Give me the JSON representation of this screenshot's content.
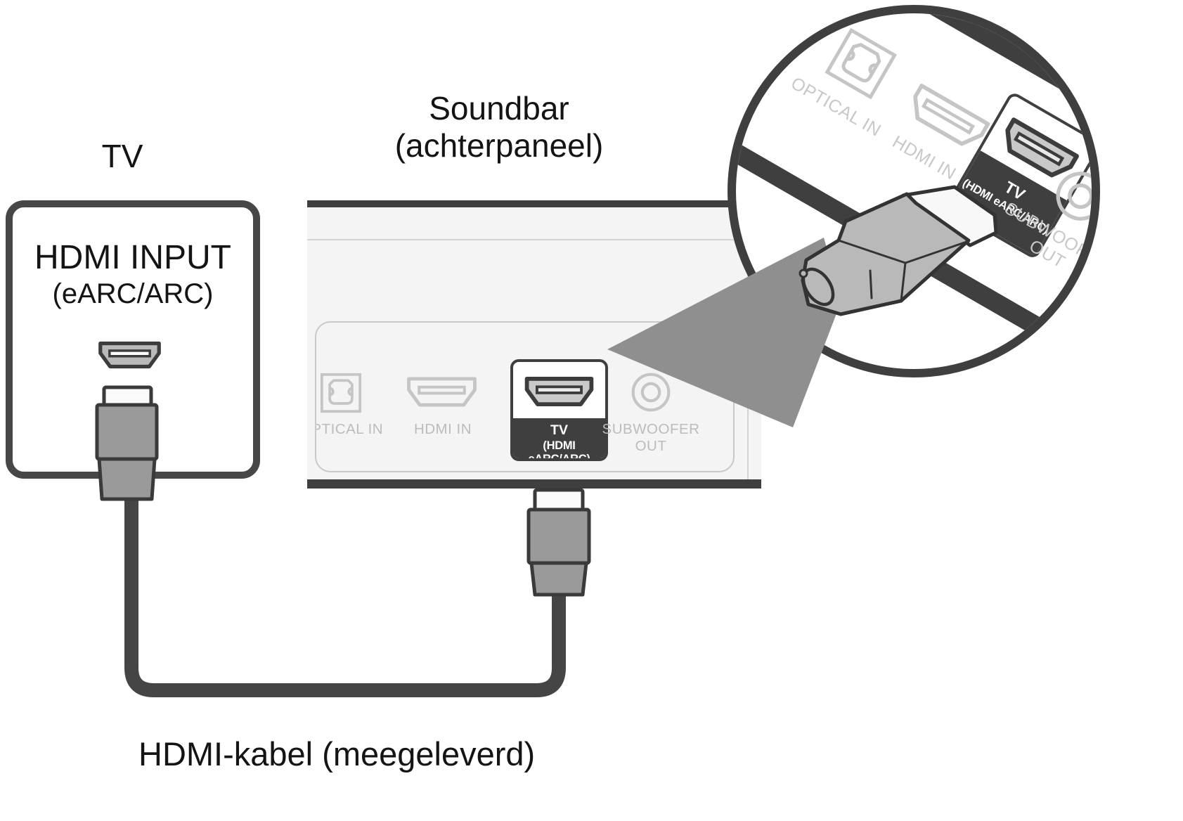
{
  "labels": {
    "tv": "TV",
    "soundbar_line1": "Soundbar",
    "soundbar_line2": "(achterpaneel)",
    "cable": "HDMI-kabel (meegeleverd)"
  },
  "tv_box": {
    "line1": "HDMI INPUT",
    "line2": "(eARC/ARC)"
  },
  "ports": {
    "optical": "OPTICAL IN",
    "hdmi_in": "HDMI IN",
    "tv_line1": "TV",
    "tv_line2": "(HDMI eARC/ARC)",
    "subwoofer_line1": "SUBWOOFER",
    "subwoofer_line2": "OUT"
  },
  "icons": {
    "hdmi_port": "hdmi-port-icon",
    "optical_port": "optical-port-icon",
    "subwoofer_port": "subwoofer-port-icon",
    "hdmi_plug": "hdmi-plug-icon",
    "magnifier": "magnifier-circle"
  },
  "colors": {
    "stroke_dark": "#3f3f3f",
    "panel_bg": "#f4f4f4",
    "panel_line": "#c9c9c9",
    "port_outline": "#c5c5c5",
    "label_gray": "#bcbcbc",
    "plug_gray": "#9a9a9a",
    "beam_gray": "#8f8f8f",
    "callout_bg": "#3f3f3f",
    "text": "#141414"
  }
}
